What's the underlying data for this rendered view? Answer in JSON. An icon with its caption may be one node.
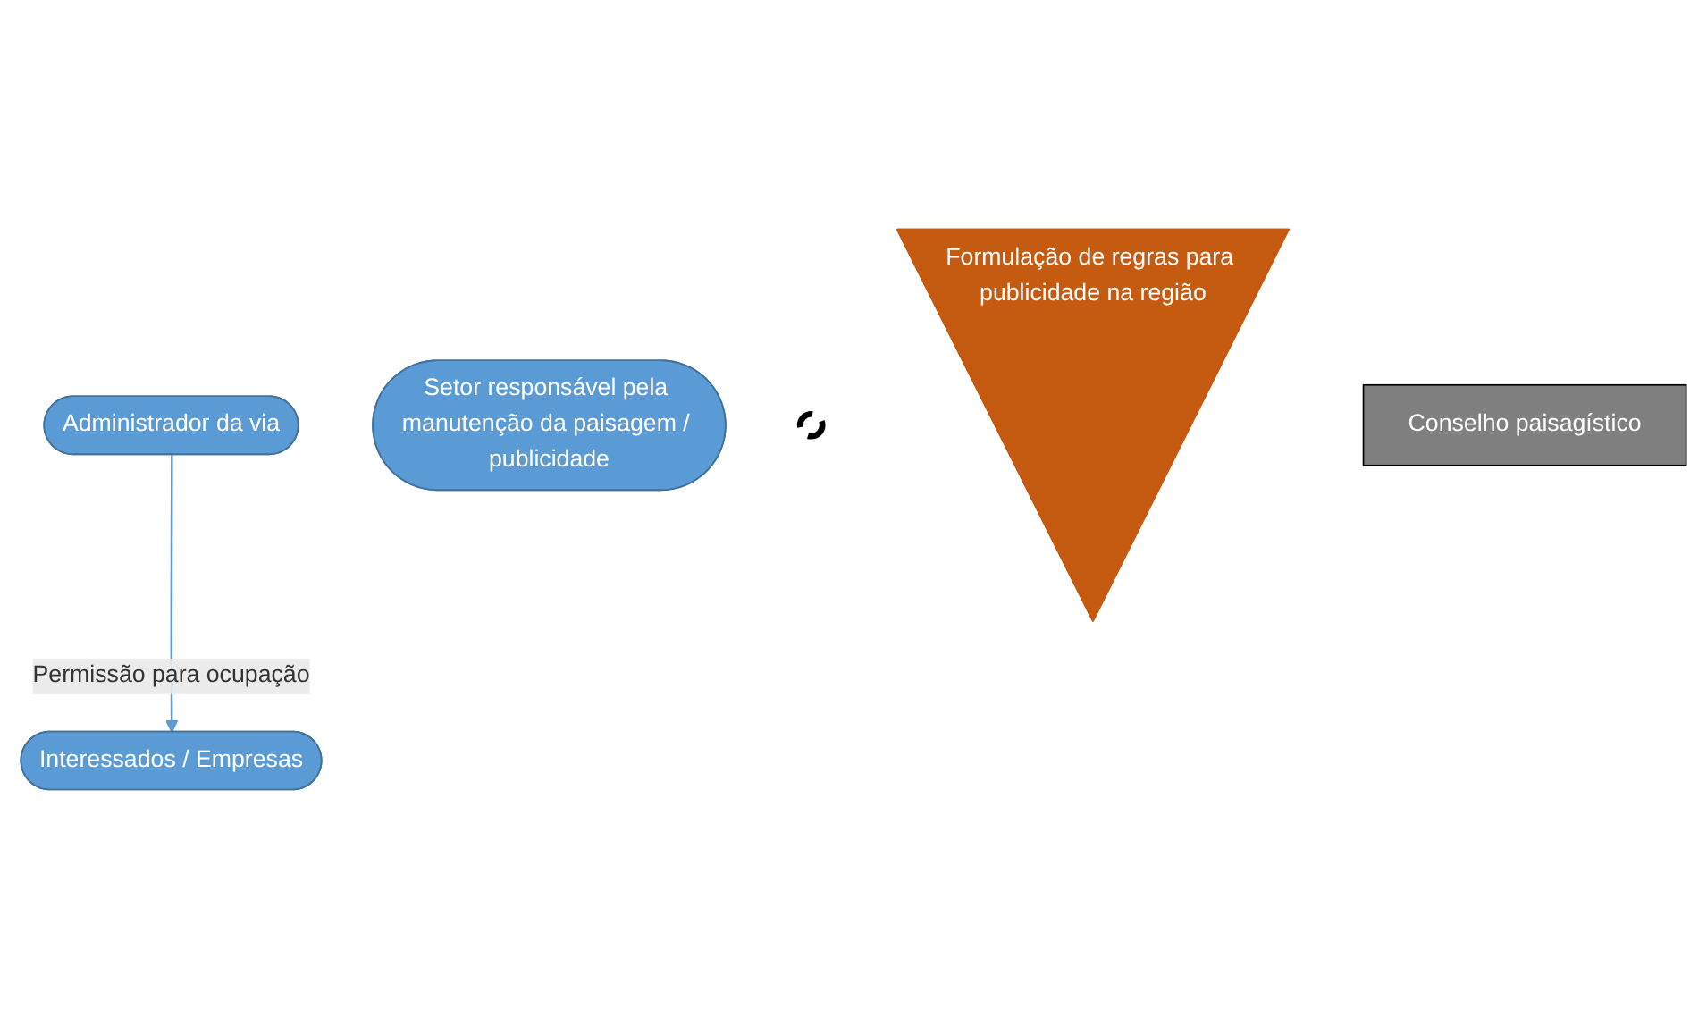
{
  "diagram": {
    "nodes": [
      {
        "text": [
          "Administrador da via"
        ]
      },
      {
        "text": [
          "Setor responsável pela manutenção da paisagem / publicidade"
        ]
      },
      {
        "text": [],
        "shape": "circle"
      },
      {
        "text": [
          "Formulação de regras para publicidade na região"
        ]
      },
      {
        "text": [
          "Conselho paisagístico"
        ]
      },
      {
        "text": [
          "Interessados / Empresas"
        ]
      }
    ],
    "edges": [
      {
        "from": 0,
        "to": 5,
        "arrow": "to",
        "label": "Permissão para ocupação"
      }
    ]
  }
}
